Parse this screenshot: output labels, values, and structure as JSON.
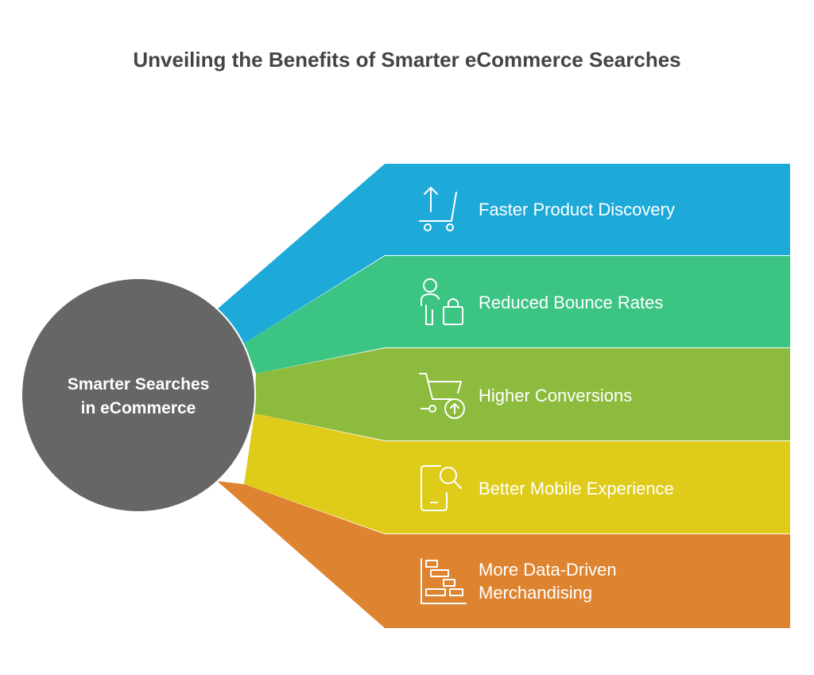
{
  "title": "Unveiling the Benefits of Smarter eCommerce Searches",
  "hub": {
    "lines": [
      "Smarter Searches",
      "in eCommerce"
    ],
    "color": "#666666"
  },
  "branches": [
    {
      "lines": [
        "Faster Product Discovery"
      ],
      "icon": "cart-arrow-up-icon",
      "color": "#1EAAD9"
    },
    {
      "lines": [
        "Reduced Bounce Rates"
      ],
      "icon": "shopper-bag-icon",
      "color": "#3CC483"
    },
    {
      "lines": [
        "Higher Conversions"
      ],
      "icon": "cart-upload-icon",
      "color": "#8DBB3E"
    },
    {
      "lines": [
        "Better Mobile Experience"
      ],
      "icon": "mobile-search-icon",
      "color": "#DFCB1A"
    },
    {
      "lines": [
        "More Data-Driven",
        "Merchandising"
      ],
      "icon": "gantt-chart-icon",
      "color": "#DE8431"
    }
  ]
}
